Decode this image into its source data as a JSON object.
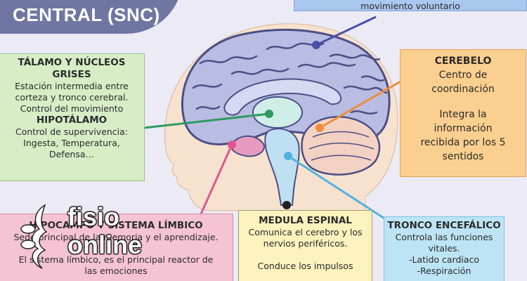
{
  "title": "CENTRAL (SNC)",
  "boxes": {
    "top": {
      "text": "movimiento voluntario"
    },
    "talamo": {
      "heading1": "TÁLAMO Y NÚCLEOS",
      "heading2": "GRISES",
      "line1": "Estación intermedia entre",
      "line2": "corteza y tronco cerebral.",
      "line3": "Control del movimiento",
      "heading3": "HIPOTÁLAMO",
      "line4": "Control de supervivencia:",
      "line5": "Ingesta, Temperatura,",
      "line6": "Defensa…"
    },
    "cerebelo": {
      "heading": "CEREBELO",
      "line1": "Centro de",
      "line2": "coordinación",
      "line3": "Integra la",
      "line4": "información",
      "line5": "recibida por los 5",
      "line6": "sentidos"
    },
    "hipocampo": {
      "heading": "HIPOCAMPO Y SISTEMA LÍMBICO",
      "line1": "Sede principal de la memoria y el aprendizaje.",
      "line2": "El sistema límbico, es el principal reactor de",
      "line3": "las emociones"
    },
    "medula": {
      "heading": "MEDULA ESPINAL",
      "line1": "Comunica el cerebro y los",
      "line2": "nervios periféricos.",
      "line3": "Conduce los impulsos"
    },
    "tronco": {
      "heading": "TRONCO ENCEFÁLICO",
      "line1": "Controla las funciones",
      "line2": "vitales.",
      "line3": "-Latido cardiaco",
      "line4": "-Respiración"
    }
  },
  "logo": {
    "word1": "fisio",
    "word2": "online"
  },
  "colors": {
    "brain": "#b9bde3",
    "brain_outline": "#4b4f86",
    "head": "#f7e2cf",
    "thalamus": "#cfeee7",
    "cerebellum": "#f3d2c4",
    "brainstem": "#bfe0f2",
    "limbic": "#e79ac0",
    "connector_green": "#2e9a5e",
    "connector_orange": "#f08d3c",
    "connector_pink": "#e0578f",
    "connector_blue": "#54b2e0",
    "connector_navy": "#4a50a8"
  }
}
